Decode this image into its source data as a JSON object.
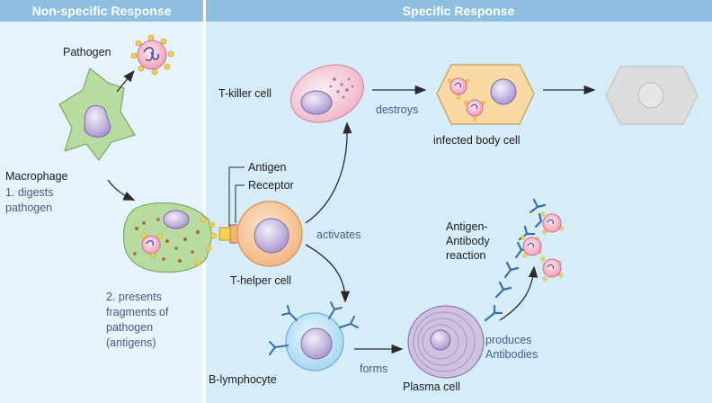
{
  "headers": {
    "left": "Non-specific Response",
    "right": "Specific Response"
  },
  "labels": {
    "pathogen": "Pathogen",
    "macrophage": "Macrophage",
    "digests_1": "1. digests",
    "digests_2": "pathogen",
    "presents_1": "2. presents",
    "presents_2": "fragments of",
    "presents_3": "pathogen",
    "presents_4": "(antigens)",
    "antigen": "Antigen",
    "receptor": "Receptor",
    "t_helper": "T-helper cell",
    "activates": "activates",
    "t_killer": "T-killer cell",
    "destroys": "destroys",
    "infected": "infected body cell",
    "b_lymphocyte": "B-lymphocyte",
    "forms": "forms",
    "plasma": "Plasma cell",
    "produces_1": "produces",
    "produces_2": "Antibodies",
    "reaction_1": "Antigen-",
    "reaction_2": "Antibody",
    "reaction_3": "reaction"
  },
  "colors": {
    "left_panel": "#e6f3fb",
    "right_panel": "#d6ecf8",
    "header_bg": "#8fbfe0",
    "macrophage": "#b8dca0",
    "nucleus": "#b9a6d6",
    "killer": "#f3c9d6",
    "helper": "#f8c8a0",
    "b_cell": "#bfe2f6",
    "plasma": "#cfc2e0",
    "infected": "#fbd9a4",
    "dead": "#dcdcdc",
    "antibody": "#3a6ea6",
    "antigen_yellow": "#f2d24e"
  },
  "icons": [
    "pathogen-icon",
    "macrophage-cell",
    "t-helper-cell",
    "t-killer-cell",
    "b-lymphocyte-cell",
    "plasma-cell",
    "infected-body-cell",
    "antibody-icon"
  ]
}
